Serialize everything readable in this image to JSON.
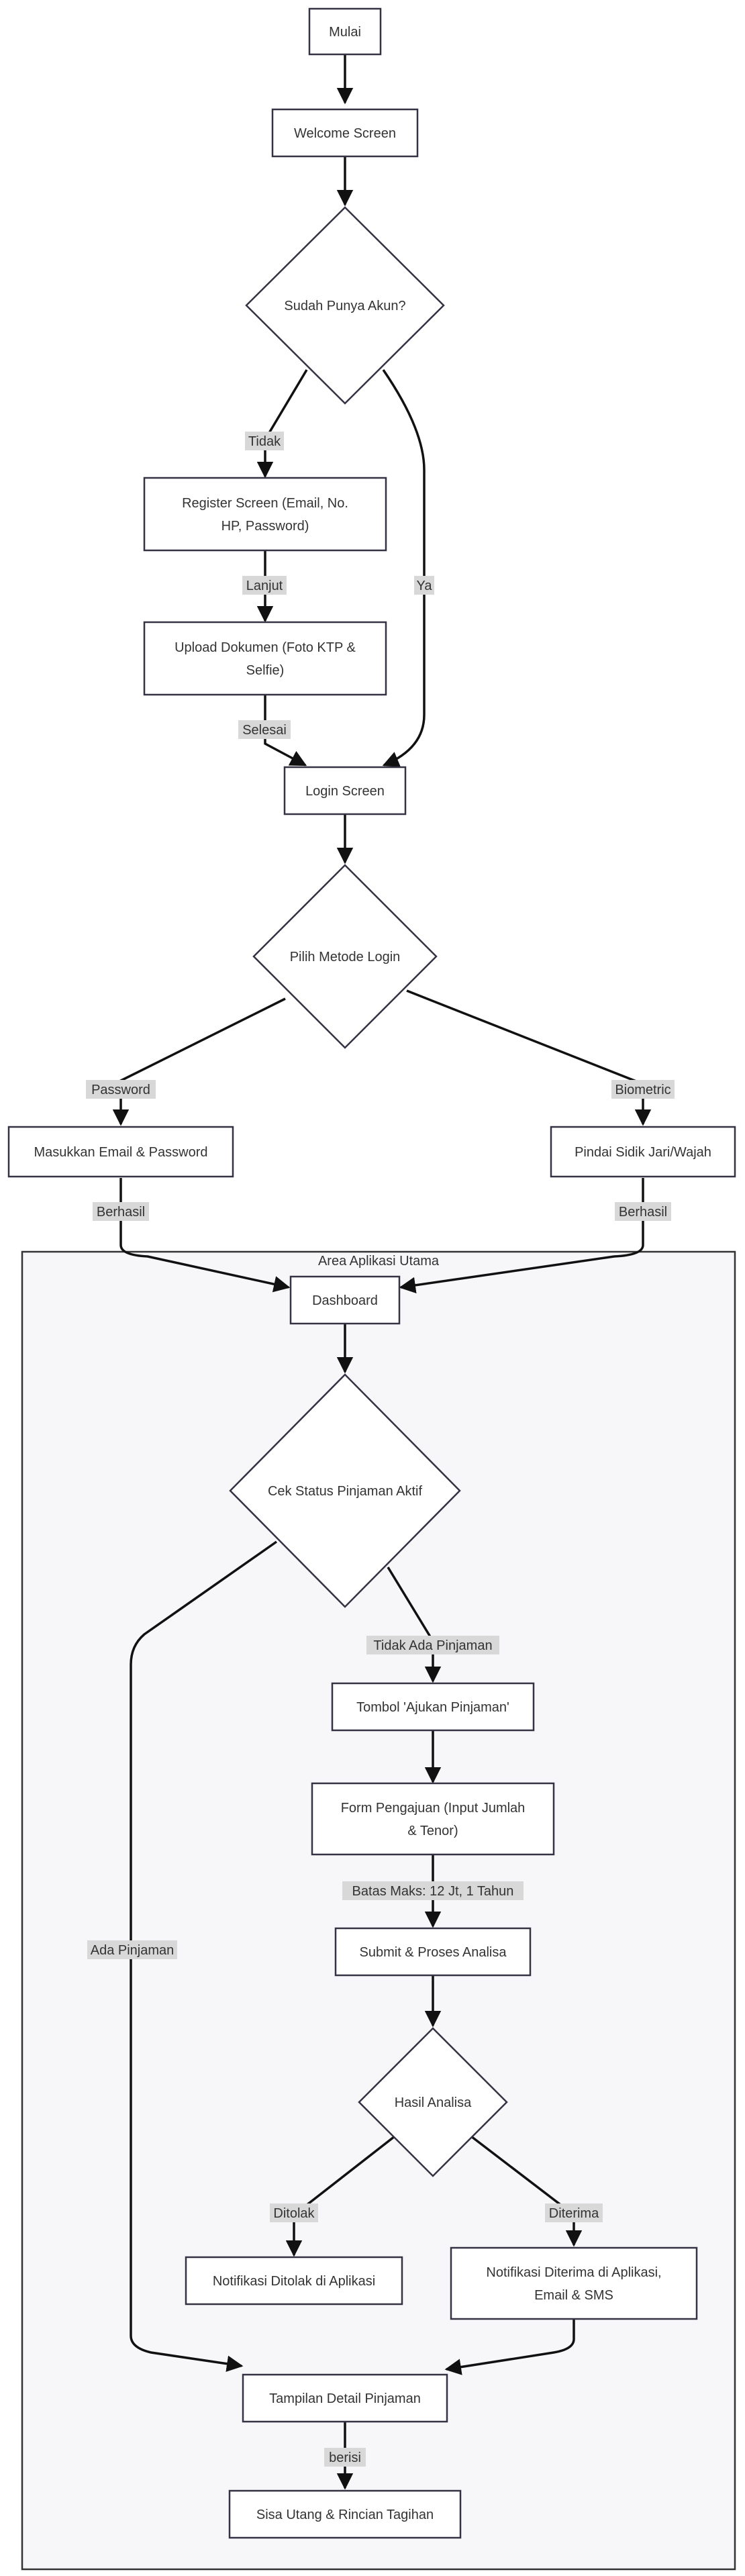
{
  "cluster": {
    "title": "Area Aplikasi Utama"
  },
  "nodes": {
    "mulai": "Mulai",
    "welcome": "Welcome Screen",
    "sudah_punya_akun": "Sudah Punya Akun?",
    "register": [
      "Register Screen (Email, No.",
      "HP, Password)"
    ],
    "upload": [
      "Upload Dokumen (Foto KTP &",
      "Selfie)"
    ],
    "login": "Login Screen",
    "pilih_metode": "Pilih Metode Login",
    "email_password": "Masukkan Email & Password",
    "biometric_scan": "Pindai Sidik Jari/Wajah",
    "dashboard": "Dashboard",
    "cek_status": "Cek Status Pinjaman Aktif",
    "tombol_ajukan": "Tombol 'Ajukan Pinjaman'",
    "form_pengajuan": [
      "Form Pengajuan (Input Jumlah",
      "& Tenor)"
    ],
    "submit": "Submit & Proses Analisa",
    "hasil_analisa": "Hasil Analisa",
    "notif_ditolak": "Notifikasi Ditolak di Aplikasi",
    "notif_diterima": [
      "Notifikasi Diterima di Aplikasi,",
      "Email & SMS"
    ],
    "tampilan_detail": "Tampilan Detail Pinjaman",
    "sisa_utang": "Sisa Utang & Rincian Tagihan"
  },
  "edge_labels": {
    "tidak": "Tidak",
    "ya": "Ya",
    "lanjut": "Lanjut",
    "selesai": "Selesai",
    "password": "Password",
    "biometric": "Biometric",
    "berhasil_left": "Berhasil",
    "berhasil_right": "Berhasil",
    "tidak_ada_pinjaman": "Tidak Ada Pinjaman",
    "ada_pinjaman": "Ada Pinjaman",
    "batas_maks": "Batas Maks: 12 Jt, 1 Tahun",
    "ditolak": "Ditolak",
    "diterima": "Diterima",
    "berisi": "berisi"
  }
}
